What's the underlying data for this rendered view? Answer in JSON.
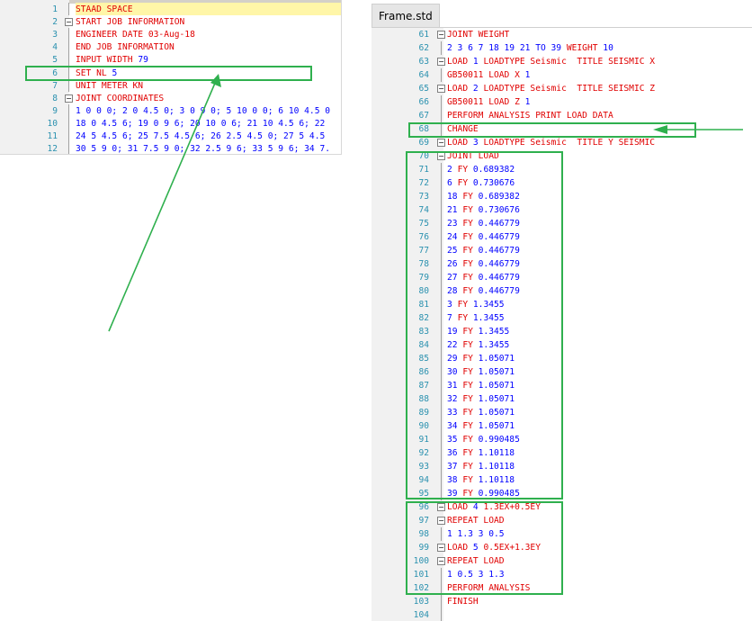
{
  "left_editor": {
    "lines": [
      {
        "n": "1",
        "segs": [
          {
            "t": "STAAD SPACE",
            "k": 1
          }
        ],
        "hl": true
      },
      {
        "n": "2",
        "fold": "minus",
        "segs": [
          {
            "t": "START JOB INFORMATION",
            "k": 1
          }
        ]
      },
      {
        "n": "3",
        "segs": [
          {
            "t": "ENGINEER DATE 03-Aug-18",
            "k": 1
          }
        ]
      },
      {
        "n": "4",
        "segs": [
          {
            "t": "END JOB INFORMATION",
            "k": 1
          }
        ]
      },
      {
        "n": "5",
        "segs": [
          {
            "t": "INPUT WIDTH ",
            "k": 1
          },
          {
            "t": "79",
            "k": 0
          }
        ]
      },
      {
        "n": "6",
        "segs": [
          {
            "t": "SET NL ",
            "k": 1
          },
          {
            "t": "5",
            "k": 0
          }
        ]
      },
      {
        "n": "7",
        "segs": [
          {
            "t": "UNIT METER KN",
            "k": 1
          }
        ]
      },
      {
        "n": "8",
        "fold": "minus",
        "segs": [
          {
            "t": "JOINT COORDINATES",
            "k": 1
          }
        ]
      },
      {
        "n": "9",
        "segs": [
          {
            "t": "1 0 0 0; 2 0 4.5 0; 3 0 9 0; 5 10 0 0; 6 10 4.5 0",
            "k": 0
          }
        ]
      },
      {
        "n": "10",
        "segs": [
          {
            "t": "18 0 4.5 6; 19 0 9 6; 20 10 0 6; 21 10 4.5 6; 22",
            "k": 0
          }
        ]
      },
      {
        "n": "11",
        "segs": [
          {
            "t": "24 5 4.5 6; 25 7.5 4.5 6; 26 2.5 4.5 0; 27 5 4.5",
            "k": 0
          }
        ]
      },
      {
        "n": "12",
        "segs": [
          {
            "t": "30 5 9 0; 31 7.5 9 0; 32 2.5 9 6; 33 5 9 6; 34 7.",
            "k": 0
          }
        ]
      }
    ]
  },
  "right_editor": {
    "tab_title": "Frame.std",
    "lines": [
      {
        "n": "61",
        "fold": "minus",
        "segs": [
          {
            "t": "JOINT WEIGHT",
            "k": 1
          }
        ]
      },
      {
        "n": "62",
        "segs": [
          {
            "t": "2 3 6 7 18 19 21 TO 39 ",
            "k": 0
          },
          {
            "t": "WEIGHT ",
            "k": 1
          },
          {
            "t": "10",
            "k": 0
          }
        ]
      },
      {
        "n": "63",
        "fold": "minus",
        "segs": [
          {
            "t": "LOAD ",
            "k": 1
          },
          {
            "t": "1",
            "k": 0
          },
          {
            "t": " LOADTYPE Seismic  TITLE SEISMIC X",
            "k": 1
          }
        ]
      },
      {
        "n": "64",
        "segs": [
          {
            "t": "GB50011 LOAD X ",
            "k": 1
          },
          {
            "t": "1",
            "k": 0
          }
        ]
      },
      {
        "n": "65",
        "fold": "minus",
        "segs": [
          {
            "t": "LOAD ",
            "k": 1
          },
          {
            "t": "2",
            "k": 0
          },
          {
            "t": " LOADTYPE Seismic  TITLE SEISMIC Z",
            "k": 1
          }
        ]
      },
      {
        "n": "66",
        "segs": [
          {
            "t": "GB50011 LOAD Z ",
            "k": 1
          },
          {
            "t": "1",
            "k": 0
          }
        ]
      },
      {
        "n": "67",
        "segs": [
          {
            "t": "PERFORM ANALYSIS PRINT LOAD DATA",
            "k": 1
          }
        ]
      },
      {
        "n": "68",
        "segs": [
          {
            "t": "CHANGE",
            "k": 1
          }
        ]
      },
      {
        "n": "69",
        "fold": "minus",
        "segs": [
          {
            "t": "LOAD ",
            "k": 1
          },
          {
            "t": "3",
            "k": 0
          },
          {
            "t": " LOADTYPE Seismic  TITLE Y SEISMIC",
            "k": 1
          }
        ]
      },
      {
        "n": "70",
        "fold": "minus",
        "segs": [
          {
            "t": "JOINT LOAD",
            "k": 1
          }
        ]
      },
      {
        "n": "71",
        "segs": [
          {
            "t": "2 ",
            "k": 0
          },
          {
            "t": "FY ",
            "k": 1
          },
          {
            "t": "0.689382",
            "k": 0
          }
        ]
      },
      {
        "n": "72",
        "segs": [
          {
            "t": "6 ",
            "k": 0
          },
          {
            "t": "FY ",
            "k": 1
          },
          {
            "t": "0.730676",
            "k": 0
          }
        ]
      },
      {
        "n": "73",
        "segs": [
          {
            "t": "18 ",
            "k": 0
          },
          {
            "t": "FY ",
            "k": 1
          },
          {
            "t": "0.689382",
            "k": 0
          }
        ]
      },
      {
        "n": "74",
        "segs": [
          {
            "t": "21 ",
            "k": 0
          },
          {
            "t": "FY ",
            "k": 1
          },
          {
            "t": "0.730676",
            "k": 0
          }
        ]
      },
      {
        "n": "75",
        "segs": [
          {
            "t": "23 ",
            "k": 0
          },
          {
            "t": "FY ",
            "k": 1
          },
          {
            "t": "0.446779",
            "k": 0
          }
        ]
      },
      {
        "n": "76",
        "segs": [
          {
            "t": "24 ",
            "k": 0
          },
          {
            "t": "FY ",
            "k": 1
          },
          {
            "t": "0.446779",
            "k": 0
          }
        ]
      },
      {
        "n": "77",
        "segs": [
          {
            "t": "25 ",
            "k": 0
          },
          {
            "t": "FY ",
            "k": 1
          },
          {
            "t": "0.446779",
            "k": 0
          }
        ]
      },
      {
        "n": "78",
        "segs": [
          {
            "t": "26 ",
            "k": 0
          },
          {
            "t": "FY ",
            "k": 1
          },
          {
            "t": "0.446779",
            "k": 0
          }
        ]
      },
      {
        "n": "79",
        "segs": [
          {
            "t": "27 ",
            "k": 0
          },
          {
            "t": "FY ",
            "k": 1
          },
          {
            "t": "0.446779",
            "k": 0
          }
        ]
      },
      {
        "n": "80",
        "segs": [
          {
            "t": "28 ",
            "k": 0
          },
          {
            "t": "FY ",
            "k": 1
          },
          {
            "t": "0.446779",
            "k": 0
          }
        ]
      },
      {
        "n": "81",
        "segs": [
          {
            "t": "3 ",
            "k": 0
          },
          {
            "t": "FY ",
            "k": 1
          },
          {
            "t": "1.3455",
            "k": 0
          }
        ]
      },
      {
        "n": "82",
        "segs": [
          {
            "t": "7 ",
            "k": 0
          },
          {
            "t": "FY ",
            "k": 1
          },
          {
            "t": "1.3455",
            "k": 0
          }
        ]
      },
      {
        "n": "83",
        "segs": [
          {
            "t": "19 ",
            "k": 0
          },
          {
            "t": "FY ",
            "k": 1
          },
          {
            "t": "1.3455",
            "k": 0
          }
        ]
      },
      {
        "n": "84",
        "segs": [
          {
            "t": "22 ",
            "k": 0
          },
          {
            "t": "FY ",
            "k": 1
          },
          {
            "t": "1.3455",
            "k": 0
          }
        ]
      },
      {
        "n": "85",
        "segs": [
          {
            "t": "29 ",
            "k": 0
          },
          {
            "t": "FY ",
            "k": 1
          },
          {
            "t": "1.05071",
            "k": 0
          }
        ]
      },
      {
        "n": "86",
        "segs": [
          {
            "t": "30 ",
            "k": 0
          },
          {
            "t": "FY ",
            "k": 1
          },
          {
            "t": "1.05071",
            "k": 0
          }
        ]
      },
      {
        "n": "87",
        "segs": [
          {
            "t": "31 ",
            "k": 0
          },
          {
            "t": "FY ",
            "k": 1
          },
          {
            "t": "1.05071",
            "k": 0
          }
        ]
      },
      {
        "n": "88",
        "segs": [
          {
            "t": "32 ",
            "k": 0
          },
          {
            "t": "FY ",
            "k": 1
          },
          {
            "t": "1.05071",
            "k": 0
          }
        ]
      },
      {
        "n": "89",
        "segs": [
          {
            "t": "33 ",
            "k": 0
          },
          {
            "t": "FY ",
            "k": 1
          },
          {
            "t": "1.05071",
            "k": 0
          }
        ]
      },
      {
        "n": "90",
        "segs": [
          {
            "t": "34 ",
            "k": 0
          },
          {
            "t": "FY ",
            "k": 1
          },
          {
            "t": "1.05071",
            "k": 0
          }
        ]
      },
      {
        "n": "91",
        "segs": [
          {
            "t": "35 ",
            "k": 0
          },
          {
            "t": "FY ",
            "k": 1
          },
          {
            "t": "0.990485",
            "k": 0
          }
        ]
      },
      {
        "n": "92",
        "segs": [
          {
            "t": "36 ",
            "k": 0
          },
          {
            "t": "FY ",
            "k": 1
          },
          {
            "t": "1.10118",
            "k": 0
          }
        ]
      },
      {
        "n": "93",
        "segs": [
          {
            "t": "37 ",
            "k": 0
          },
          {
            "t": "FY ",
            "k": 1
          },
          {
            "t": "1.10118",
            "k": 0
          }
        ]
      },
      {
        "n": "94",
        "segs": [
          {
            "t": "38 ",
            "k": 0
          },
          {
            "t": "FY ",
            "k": 1
          },
          {
            "t": "1.10118",
            "k": 0
          }
        ]
      },
      {
        "n": "95",
        "segs": [
          {
            "t": "39 ",
            "k": 0
          },
          {
            "t": "FY ",
            "k": 1
          },
          {
            "t": "0.990485",
            "k": 0
          }
        ]
      },
      {
        "n": "96",
        "fold": "minus",
        "segs": [
          {
            "t": "LOAD ",
            "k": 1
          },
          {
            "t": "4",
            "k": 0
          },
          {
            "t": " 1.3EX+0.5EY",
            "k": 1
          }
        ]
      },
      {
        "n": "97",
        "fold": "minus",
        "segs": [
          {
            "t": "REPEAT LOAD",
            "k": 1
          }
        ]
      },
      {
        "n": "98",
        "segs": [
          {
            "t": "1 1.3 3 0.5",
            "k": 0
          }
        ]
      },
      {
        "n": "99",
        "fold": "minus",
        "segs": [
          {
            "t": "LOAD ",
            "k": 1
          },
          {
            "t": "5",
            "k": 0
          },
          {
            "t": " 0.5EX+1.3EY",
            "k": 1
          }
        ]
      },
      {
        "n": "100",
        "fold": "minus",
        "segs": [
          {
            "t": "REPEAT LOAD",
            "k": 1
          }
        ]
      },
      {
        "n": "101",
        "segs": [
          {
            "t": "1 0.5 3 1.3",
            "k": 0
          }
        ]
      },
      {
        "n": "102",
        "segs": [
          {
            "t": "PERFORM ANALYSIS",
            "k": 1
          }
        ]
      },
      {
        "n": "103",
        "segs": [
          {
            "t": "FINISH",
            "k": 1
          }
        ]
      },
      {
        "n": "104",
        "segs": []
      }
    ]
  },
  "colors": {
    "keyword": "#e00000",
    "value": "#0000ff",
    "line_number": "#2b91af",
    "annotation": "#2fb04e",
    "current_line": "#fff6a8"
  },
  "icons": {
    "fold_open": "minus-fold-icon"
  }
}
